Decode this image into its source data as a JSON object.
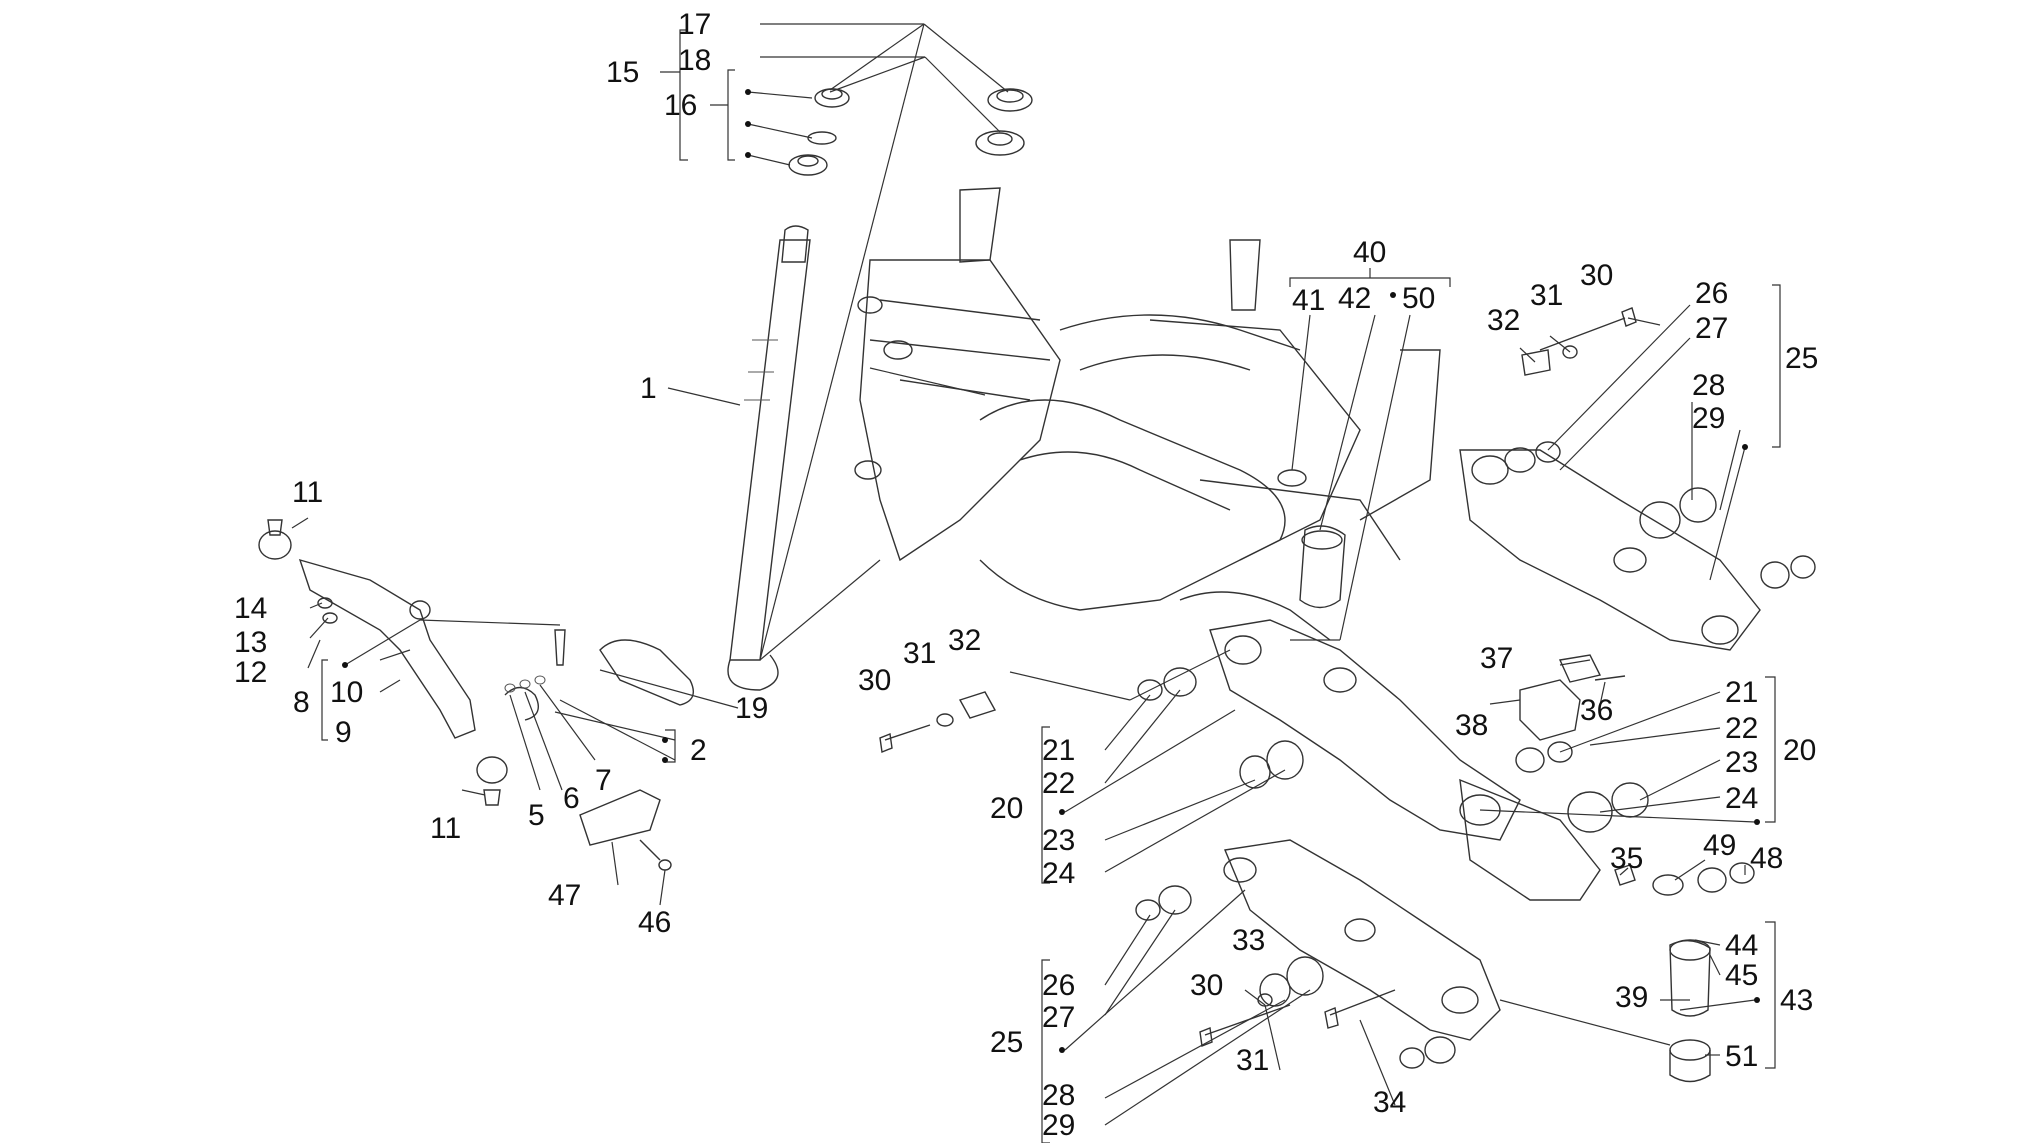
{
  "labels": [
    "1",
    "2",
    "5",
    "6",
    "7",
    "8",
    "9",
    "10",
    "11",
    "11",
    "12",
    "13",
    "14",
    "15",
    "16",
    "17",
    "18",
    "19",
    "20",
    "21",
    "22",
    "23",
    "24",
    "20",
    "21",
    "22",
    "23",
    "24",
    "25",
    "26",
    "27",
    "28",
    "29",
    "25",
    "26",
    "27",
    "28",
    "29",
    "30",
    "31",
    "32",
    "30",
    "31",
    "32",
    "30",
    "31",
    "33",
    "34",
    "35",
    "36",
    "37",
    "38",
    "39",
    "40",
    "41",
    "42",
    "50",
    "43",
    "44",
    "45",
    "51",
    "46",
    "47",
    "48",
    "49"
  ],
  "colors": {
    "ink": "#111111",
    "line": "#333333",
    "background": "#ffffff"
  }
}
